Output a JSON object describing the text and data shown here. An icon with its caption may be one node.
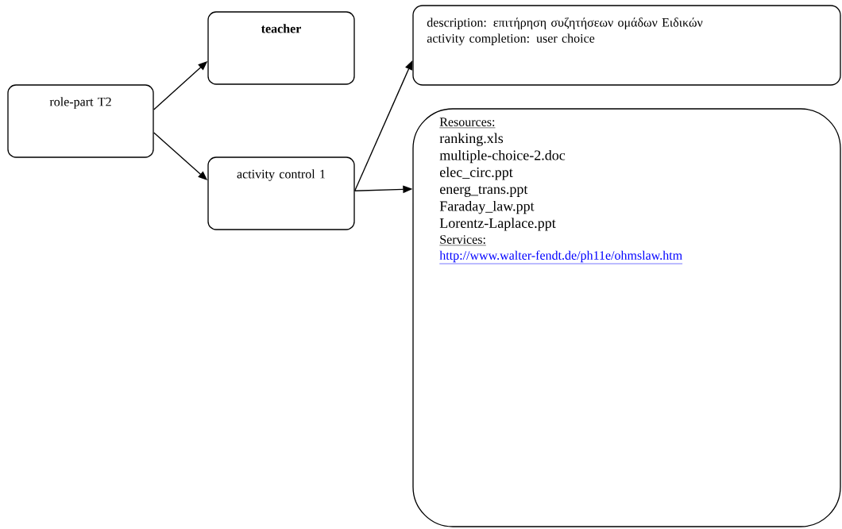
{
  "diagram": {
    "nodes": [
      {
        "text": [
          "role-part T2"
        ]
      },
      {
        "text": [
          "teacher"
        ]
      },
      {
        "text": [
          "activity control 1"
        ]
      },
      {
        "text": [
          "description: επιτήρηση συζητήσεων ομάδων Ειδικών",
          "activity completion: user choice"
        ]
      },
      {
        "text": [
          "Resources:",
          "ranking.xls",
          "multiple-choice-2.doc",
          "elec_circ.ppt",
          "energ_trans.ppt",
          "Faraday_law.ppt",
          "Lorentz-Laplace.ppt",
          "Services:",
          "http://www.walter-fendt.de/ph11e/ohmslaw.htm"
        ]
      }
    ],
    "edges": [
      {
        "from": 0,
        "to": 1,
        "arrow": "to"
      },
      {
        "from": 0,
        "to": 2,
        "arrow": "to"
      },
      {
        "from": 2,
        "to": 3,
        "arrow": "to"
      },
      {
        "from": 2,
        "to": 4,
        "arrow": "to"
      }
    ]
  }
}
